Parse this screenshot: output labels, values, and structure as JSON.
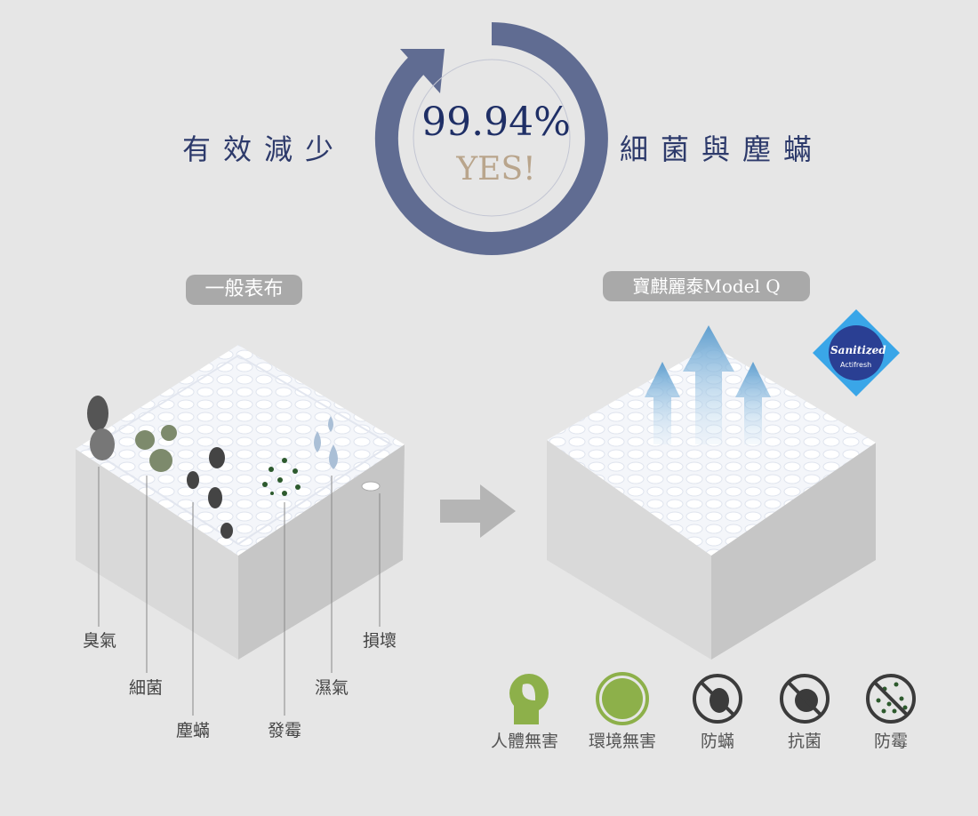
{
  "headline": {
    "left": "有效減少",
    "right": "細菌與塵蟎",
    "percent": "99.94%",
    "yes": "YES!"
  },
  "comparison": {
    "left_title": "一般表布",
    "right_title": "寶麒麗泰Model Q"
  },
  "problems": [
    "臭氣",
    "細菌",
    "塵蟎",
    "發霉",
    "濕氣",
    "損壞"
  ],
  "badge": {
    "brand": "Sanitized",
    "sub": "Actifresh"
  },
  "features": [
    {
      "label": "人體無害",
      "icon": "head-leaf-icon"
    },
    {
      "label": "環境無害",
      "icon": "globe-icon"
    },
    {
      "label": "防蟎",
      "icon": "no-mite-icon"
    },
    {
      "label": "抗菌",
      "icon": "no-bacteria-icon"
    },
    {
      "label": "防霉",
      "icon": "no-mold-icon"
    }
  ],
  "colors": {
    "navy": "#606c92",
    "green": "#8db04a",
    "gray_icon": "#3b3b3b"
  }
}
